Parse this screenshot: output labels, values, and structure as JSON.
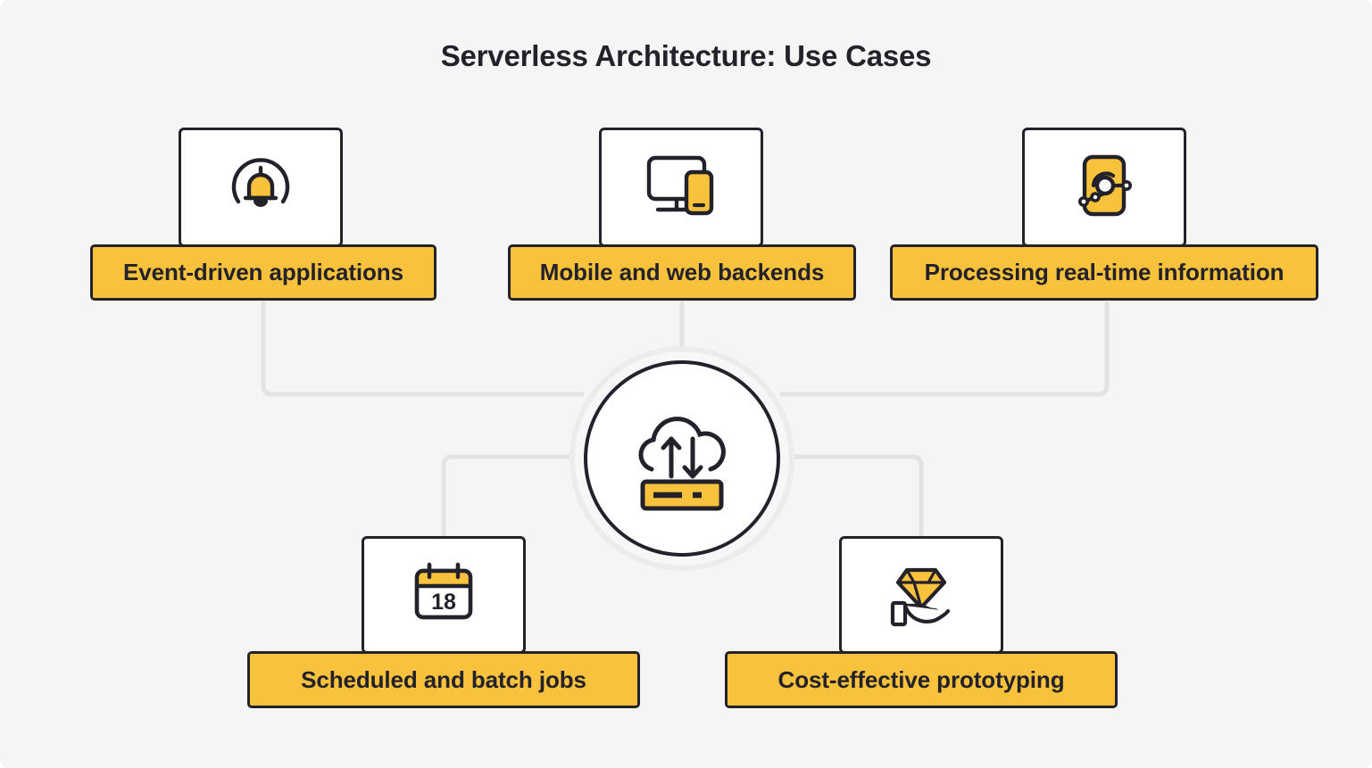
{
  "page": {
    "title": "Serverless Architecture: Use Cases",
    "background_color": "#f5f5f5",
    "accent_color": "#f9c23c",
    "ink_color": "#23222a",
    "connector_color": "#e3e3e3"
  },
  "hub": {
    "icon": "cloud-upload-download-server-icon",
    "label": ""
  },
  "nodes": [
    {
      "id": "event-driven",
      "label": "Event-driven applications",
      "icon": "bell-notification-icon",
      "position": "top-left"
    },
    {
      "id": "mobile-web",
      "label": "Mobile and web backends",
      "icon": "monitor-phone-icon",
      "position": "top-center"
    },
    {
      "id": "realtime",
      "label": "Processing real-time information",
      "icon": "realtime-data-network-icon",
      "position": "top-right"
    },
    {
      "id": "scheduled",
      "label": "Scheduled and batch jobs",
      "icon": "calendar-icon",
      "icon_text": "18",
      "position": "bottom-left"
    },
    {
      "id": "prototyping",
      "label": "Cost-effective prototyping",
      "icon": "hand-holding-diamond-icon",
      "position": "bottom-right"
    }
  ]
}
